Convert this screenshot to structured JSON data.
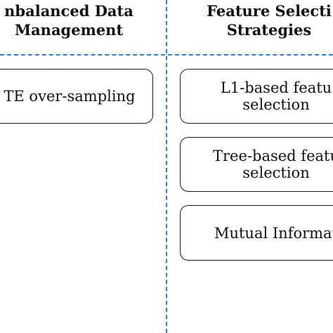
{
  "columns": {
    "imbalanced": {
      "header": "nbalanced Data\nManagement"
    },
    "feature_selection": {
      "header": "Feature Selecti\nStrategies"
    }
  },
  "nodes": {
    "smote": "TE over-sampling",
    "l1": "L1-based featu\nselection",
    "tree": "Tree-based featu\nselection",
    "mutual": "Mutual Informat"
  },
  "colors": {
    "divider": "#2f7fd0",
    "stroke": "#1a1a1a",
    "text": "#111111"
  }
}
